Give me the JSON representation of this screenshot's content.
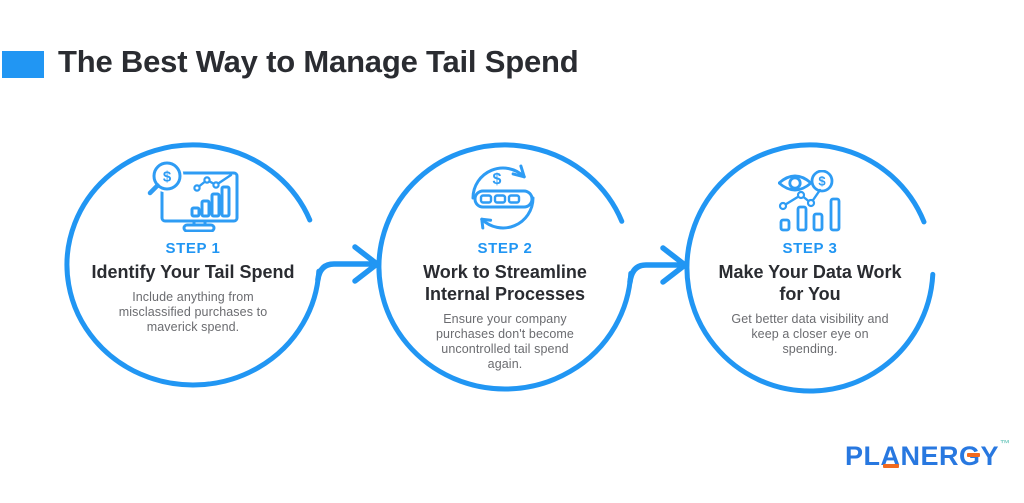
{
  "header": {
    "title": "The Best Way to Manage Tail Spend"
  },
  "glyphs": {
    "dollar": "$"
  },
  "steps": [
    {
      "label": "STEP 1",
      "heading_lines": [
        "Identify Your Tail Spend"
      ],
      "description_lines": [
        "Include anything from",
        "misclassified purchases to",
        "maverick spend."
      ],
      "icon": "magnifier-dollar-monitor-chart-icon"
    },
    {
      "label": "STEP 2",
      "heading_lines": [
        "Work to Streamline",
        "Internal Processes"
      ],
      "description_lines": [
        "Ensure your company",
        "purchases don't become",
        "uncontrolled tail spend",
        "again."
      ],
      "icon": "sync-arrows-process-dollar-icon"
    },
    {
      "label": "STEP 3",
      "heading_lines": [
        "Make Your Data Work",
        "for You"
      ],
      "description_lines": [
        "Get better data visibility and",
        "keep a closer eye on",
        "spending."
      ],
      "icon": "eye-dollar-coin-bar-chart-icon"
    }
  ],
  "brand": {
    "name": "PLANERGY",
    "part1": "PL",
    "letter_a": "A",
    "part2": "NER",
    "letter_g": "G",
    "part3": "Y",
    "trademark": "™"
  },
  "colors": {
    "accent_blue": "#2196F3",
    "icon_blue": "#2E9CF4",
    "heading_dark": "#2A2C31",
    "body_gray": "#6B6C70",
    "logo_blue": "#2878E0",
    "logo_orange": "#F2691D",
    "trademark_teal": "#7FCEC5"
  }
}
